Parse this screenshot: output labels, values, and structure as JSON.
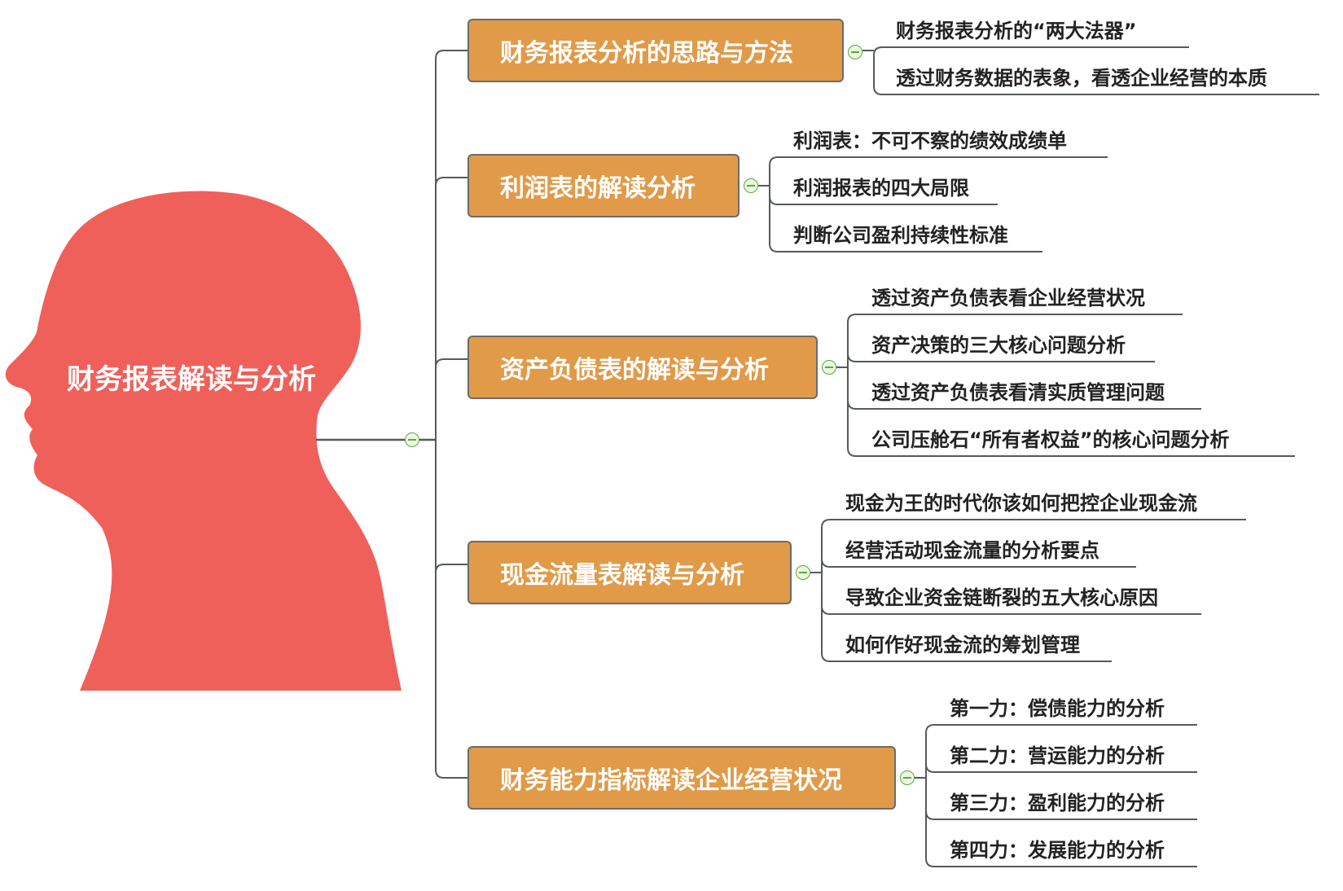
{
  "colors": {
    "head": "#f0605a",
    "branch_fill": "#e09a48",
    "branch_border": "#6b6b6b",
    "line": "#555a5e",
    "toggle": "#5aa83c"
  },
  "root": {
    "title": "财务报表解读与分析",
    "icon": "minus-collapse-icon"
  },
  "branches": [
    {
      "title": "财务报表分析的思路与方法",
      "children": [
        "财务报表分析的“两大法器”",
        "透过财务数据的表象，看透企业经营的本质"
      ]
    },
    {
      "title": "利润表的解读分析",
      "children": [
        "利润表：不可不察的绩效成绩单",
        "利润报表的四大局限",
        "判断公司盈利持续性标准"
      ]
    },
    {
      "title": "资产负债表的解读与分析",
      "children": [
        "透过资产负债表看企业经营状况",
        "资产决策的三大核心问题分析",
        "透过资产负债表看清实质管理问题",
        "公司压舱石“所有者权益”的核心问题分析"
      ]
    },
    {
      "title": "现金流量表解读与分析",
      "children": [
        "现金为王的时代你该如何把控企业现金流",
        "经营活动现金流量的分析要点",
        "导致企业资金链断裂的五大核心原因",
        "如何作好现金流的筹划管理"
      ]
    },
    {
      "title": "财务能力指标解读企业经营状况",
      "children": [
        "第一力：偿债能力的分析",
        "第二力：营运能力的分析",
        "第三力：盈利能力的分析",
        "第四力：发展能力的分析"
      ]
    }
  ]
}
